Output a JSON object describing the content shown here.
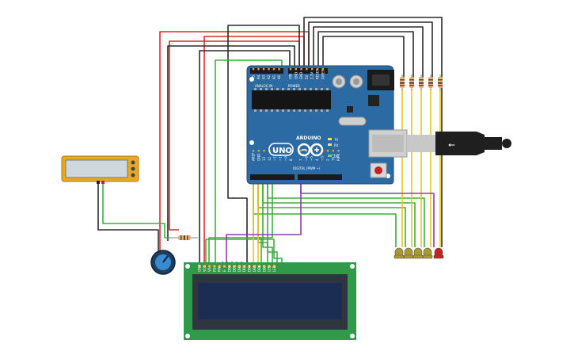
{
  "arduino": {
    "brand": "ARDUINO",
    "model": "UNO",
    "power_label": "POWER",
    "analog_label": "ANALOG IN",
    "digital_label": "DIGITAL (PWM ~)",
    "tx_label": "TX",
    "rx_label": "RX",
    "on_label": "ON",
    "analog_pins": [
      "A5",
      "A4",
      "A3",
      "A2",
      "A1",
      "A0"
    ],
    "power_pins": [
      "VIN",
      "GND",
      "GND",
      "5V",
      "3.3V",
      "RESET",
      "IOREF"
    ],
    "digital_pins_left": [
      "AREF",
      "GND",
      "13",
      "12",
      "~11",
      "~10",
      "~9",
      "8"
    ],
    "digital_pins_right": [
      "7",
      "~6",
      "~5",
      "4",
      "~3",
      "2",
      "TX 1",
      "RX 0"
    ]
  },
  "lcd": {
    "pin_labels": [
      "GND",
      "VCC",
      "V0",
      "RS",
      "RW",
      "E",
      "DB0",
      "DB1",
      "DB2",
      "DB3",
      "DB4",
      "DB5",
      "DB6",
      "DB7",
      "LED",
      "LED"
    ]
  },
  "colors": {
    "board": "#2b6aa3",
    "wire_red": "#d92b2b",
    "wire_black": "#2b2b2b",
    "wire_green": "#3fae3f",
    "wire_yellow": "#e8c81e",
    "wire_purple": "#8a3fb0",
    "led_yellow": "#a89a2e",
    "led_red": "#c42121",
    "lcd_pcb": "#2e9a4a",
    "lcd_screen": "#1b2d52",
    "meter": "#e8a922"
  }
}
